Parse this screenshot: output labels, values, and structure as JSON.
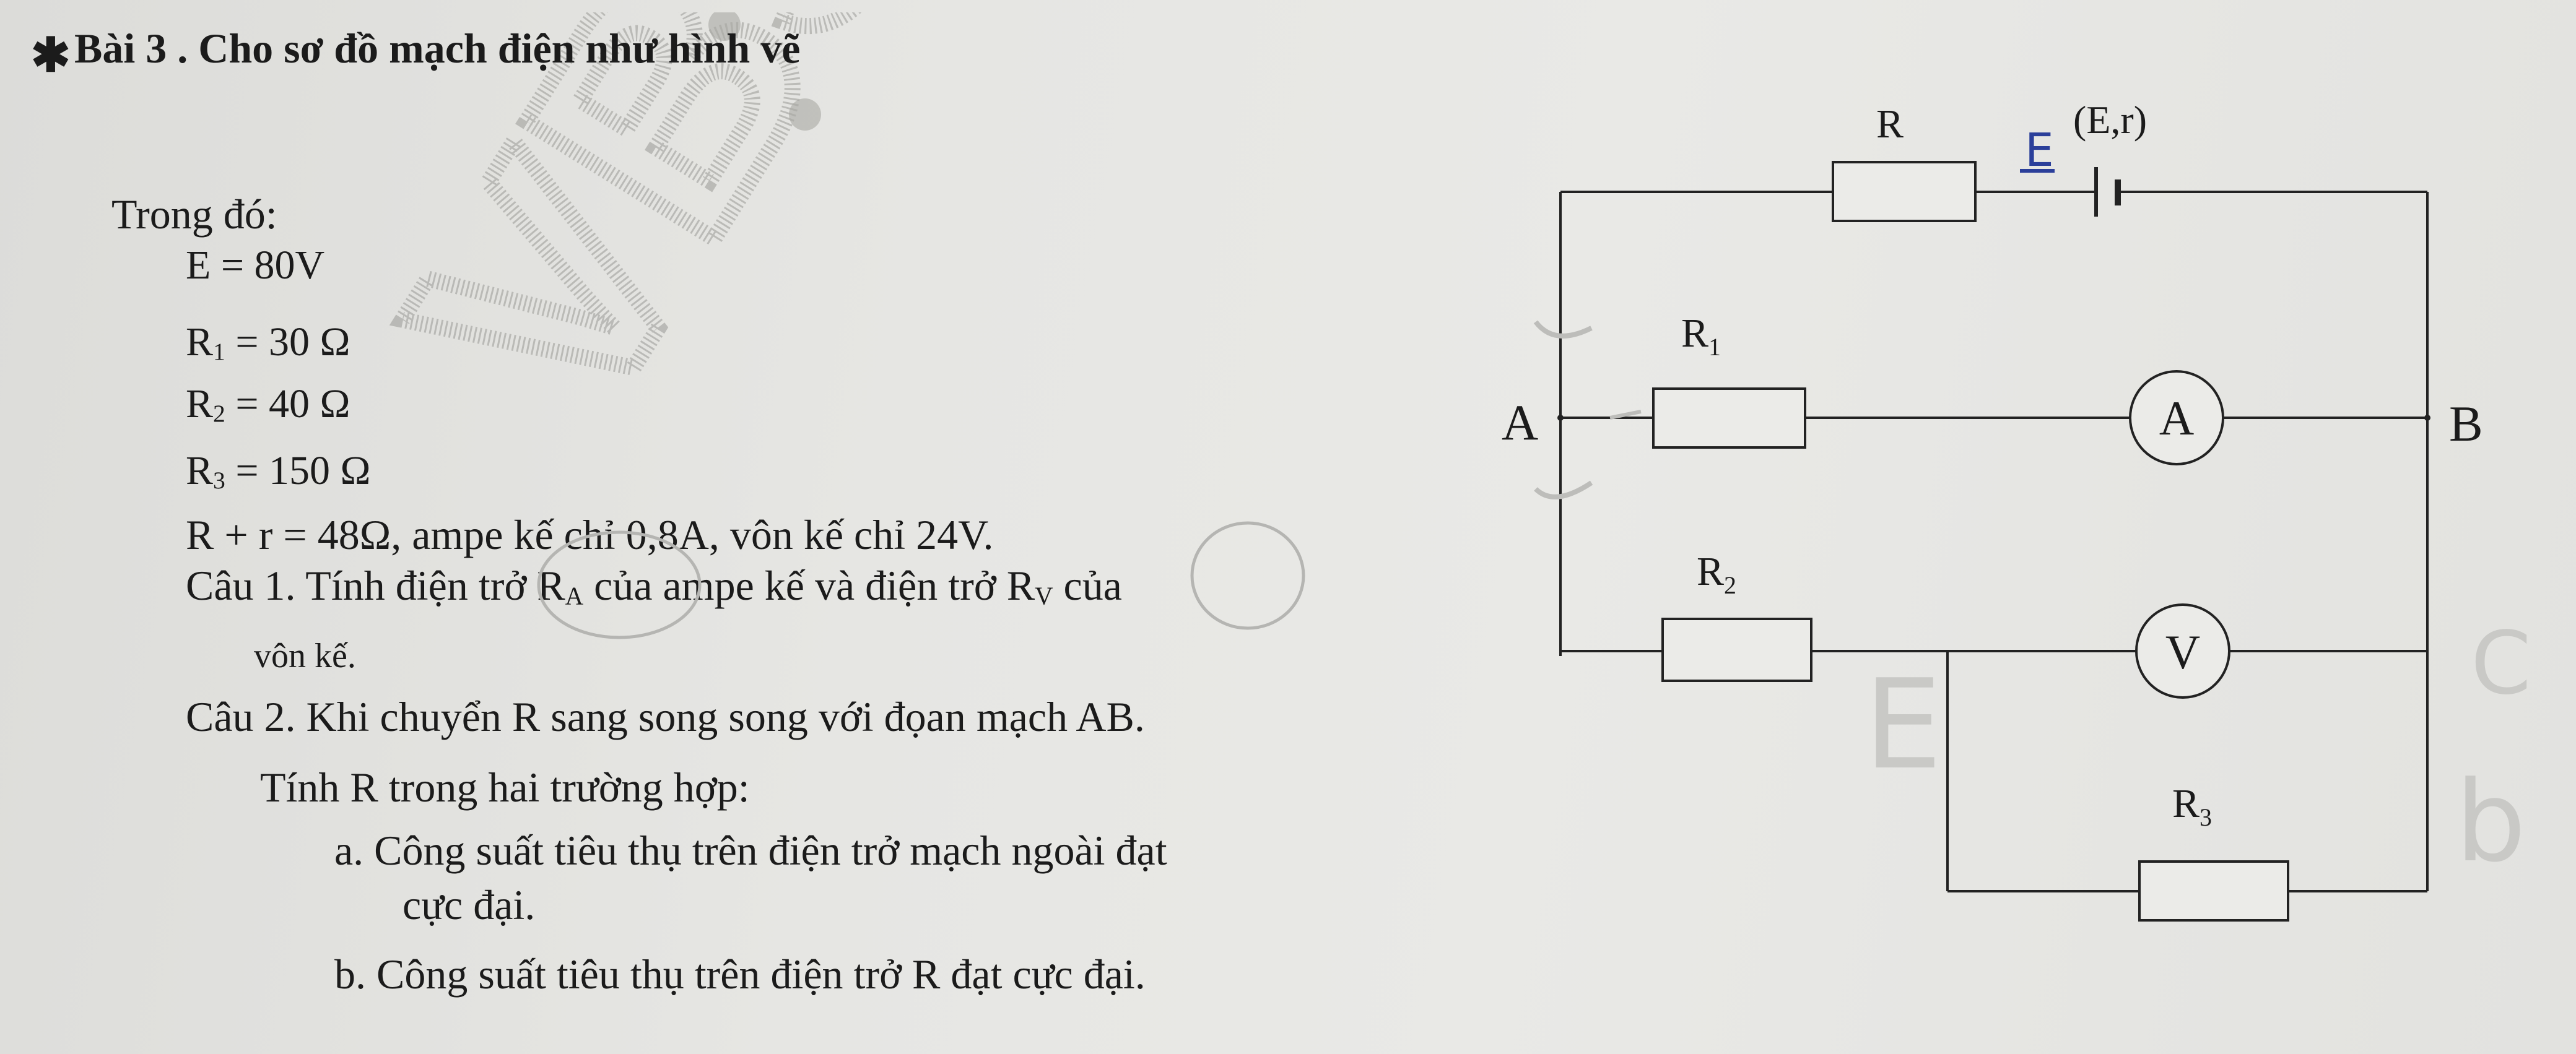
{
  "title": "Bài 3 . Cho sơ đồ mạch điện như hình vẽ",
  "intro": "Trong đó:",
  "givens": {
    "E": "E = 80V",
    "R1_sym": "R",
    "R1_sub": "1",
    "R1_val": " = 30 Ω",
    "R2_sym": "R",
    "R2_sub": "2",
    "R2_val": " = 40 Ω",
    "R3_sym": "R",
    "R3_sub": "3",
    "R3_val": " = 150 Ω",
    "Rr_line": "R + r = 48Ω, ampe kế   chỉ 0,8A, vôn kế  chỉ 24V."
  },
  "questions": {
    "q1_pre": "Câu 1.  Tính điện trở R",
    "q1_subA": "A",
    "q1_mid": " của ampe kế và điện trở R",
    "q1_subV": "V",
    "q1_post": " của",
    "q1_cont": "vôn kế.",
    "q2_line1": "Câu 2.  Khi chuyển R sang song song với đọan mạch AB.",
    "q2_line2": "Tính R trong hai trường hợp:",
    "q2_a1": "a.  Công suất tiêu thụ trên điện trở mạch ngoài đạt",
    "q2_a2": "cực đại.",
    "q2_b": "b.  Công suất tiêu thụ trên điện trở R đạt cực đại."
  },
  "diagram": {
    "label_R": "R",
    "label_Er": "(E,r)",
    "label_R1": "R",
    "label_R1_sub": "1",
    "label_R2": "R",
    "label_R2_sub": "2",
    "label_R3": "R",
    "label_R3_sub": "3",
    "label_A_node": "A",
    "label_B_node": "B",
    "ammeter": "A",
    "voltmeter": "V"
  },
  "handwriting": {
    "E_near_source": "E",
    "E_left": "E",
    "C_right": "C",
    "b_right": "b"
  },
  "watermark": "VBS"
}
